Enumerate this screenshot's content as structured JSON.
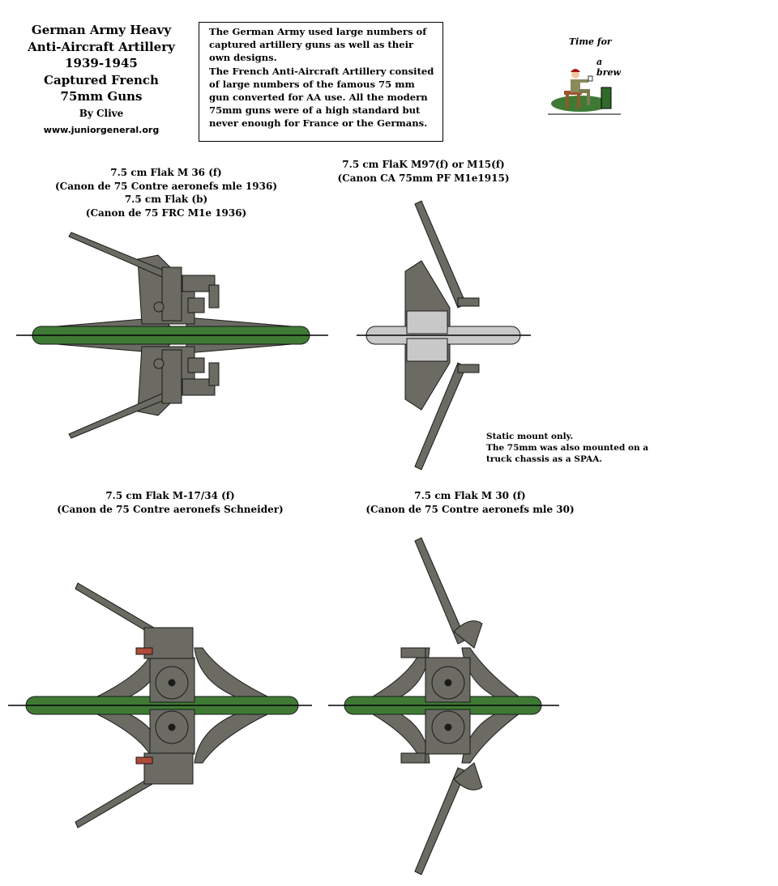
{
  "title": {
    "lines": [
      "German Army Heavy",
      "Anti-Aircraft Artillery",
      "1939-1945",
      "Captured French",
      "75mm Guns"
    ],
    "author": "By Clive",
    "website": "www.juniorgeneral.org"
  },
  "info": {
    "para1": "The German Army used large numbers of captured artillery guns as well as their own designs.",
    "para2": "The French Anti-Aircraft Artillery consited of large numbers of the famous 75 mm gun converted for AA use. All the modern 75mm guns were of a high standard but never enough for France or the Germans."
  },
  "logo": {
    "line1": "Time for",
    "line2": "a brew"
  },
  "guns": [
    {
      "lines": [
        "7.5 cm Flak M 36 (f)",
        "(Canon de 75 Contre aeronefs mle 1936)",
        "7.5 cm Flak (b)",
        "(Canon de 75 FRC M1e 1936)"
      ]
    },
    {
      "lines": [
        "7.5 cm FlaK M97(f) or M15(f)",
        "(Canon CA 75mm PF M1e1915)"
      ]
    },
    {
      "lines": [
        "7.5 cm Flak M-17/34 (f)",
        "(Canon de 75 Contre aeronefs Schneider)"
      ]
    },
    {
      "lines": [
        "7.5 cm Flak M 30 (f)",
        "(Canon de 75 Contre aeronefs mle 30)"
      ]
    }
  ],
  "note": {
    "line1": "Static mount only.",
    "line2": "The 75mm was also mounted on a",
    "line3": "truck chassis as a SPAA."
  },
  "colors": {
    "gun_grey": "#6b6b63",
    "mount_green": "#3f7a34",
    "light_grey": "#c8c8c8",
    "outline": "#1a1a1a"
  }
}
